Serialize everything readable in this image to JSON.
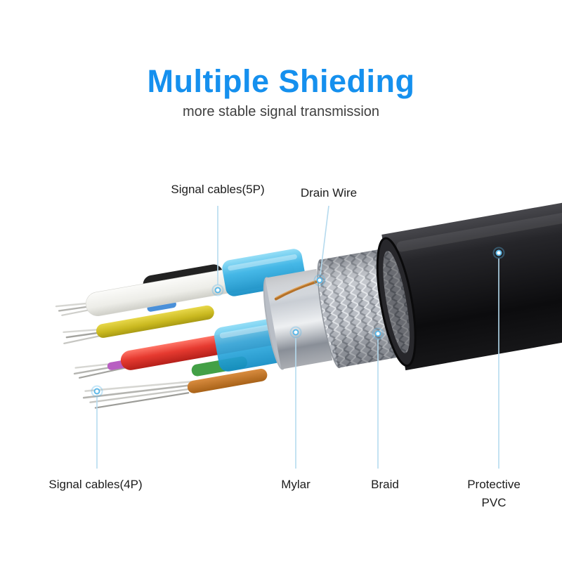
{
  "header": {
    "title": "Multiple Shieding",
    "subtitle": "more stable signal transmission"
  },
  "callouts": {
    "signal_5p": {
      "label": "Signal cables(5P)"
    },
    "drain_wire": {
      "label": "Drain Wire"
    },
    "signal_4p": {
      "label": "Signal cables(4P)"
    },
    "mylar": {
      "label": "Mylar"
    },
    "braid": {
      "label": "Braid"
    },
    "protective_pvc": {
      "label": "Protective PVC"
    }
  },
  "colors": {
    "title_blue": "#1590ee",
    "label_text": "#1c1c1c",
    "leader_line": "#b5daee",
    "dot_ring": "#5bb8e8",
    "pvc_jacket": "#141416",
    "braid_silver": "#b7bbc2",
    "mylar_foil": "#c3c8cf",
    "sleeve_blue": "#38b3e6",
    "wire_red": "#e63a30",
    "wire_yellow": "#c9b81f",
    "wire_white": "#f4f4f2",
    "wire_black": "#222222",
    "wire_orange": "#b06a1e",
    "wire_green": "#43a046",
    "drain_copper": "#b5722a"
  }
}
